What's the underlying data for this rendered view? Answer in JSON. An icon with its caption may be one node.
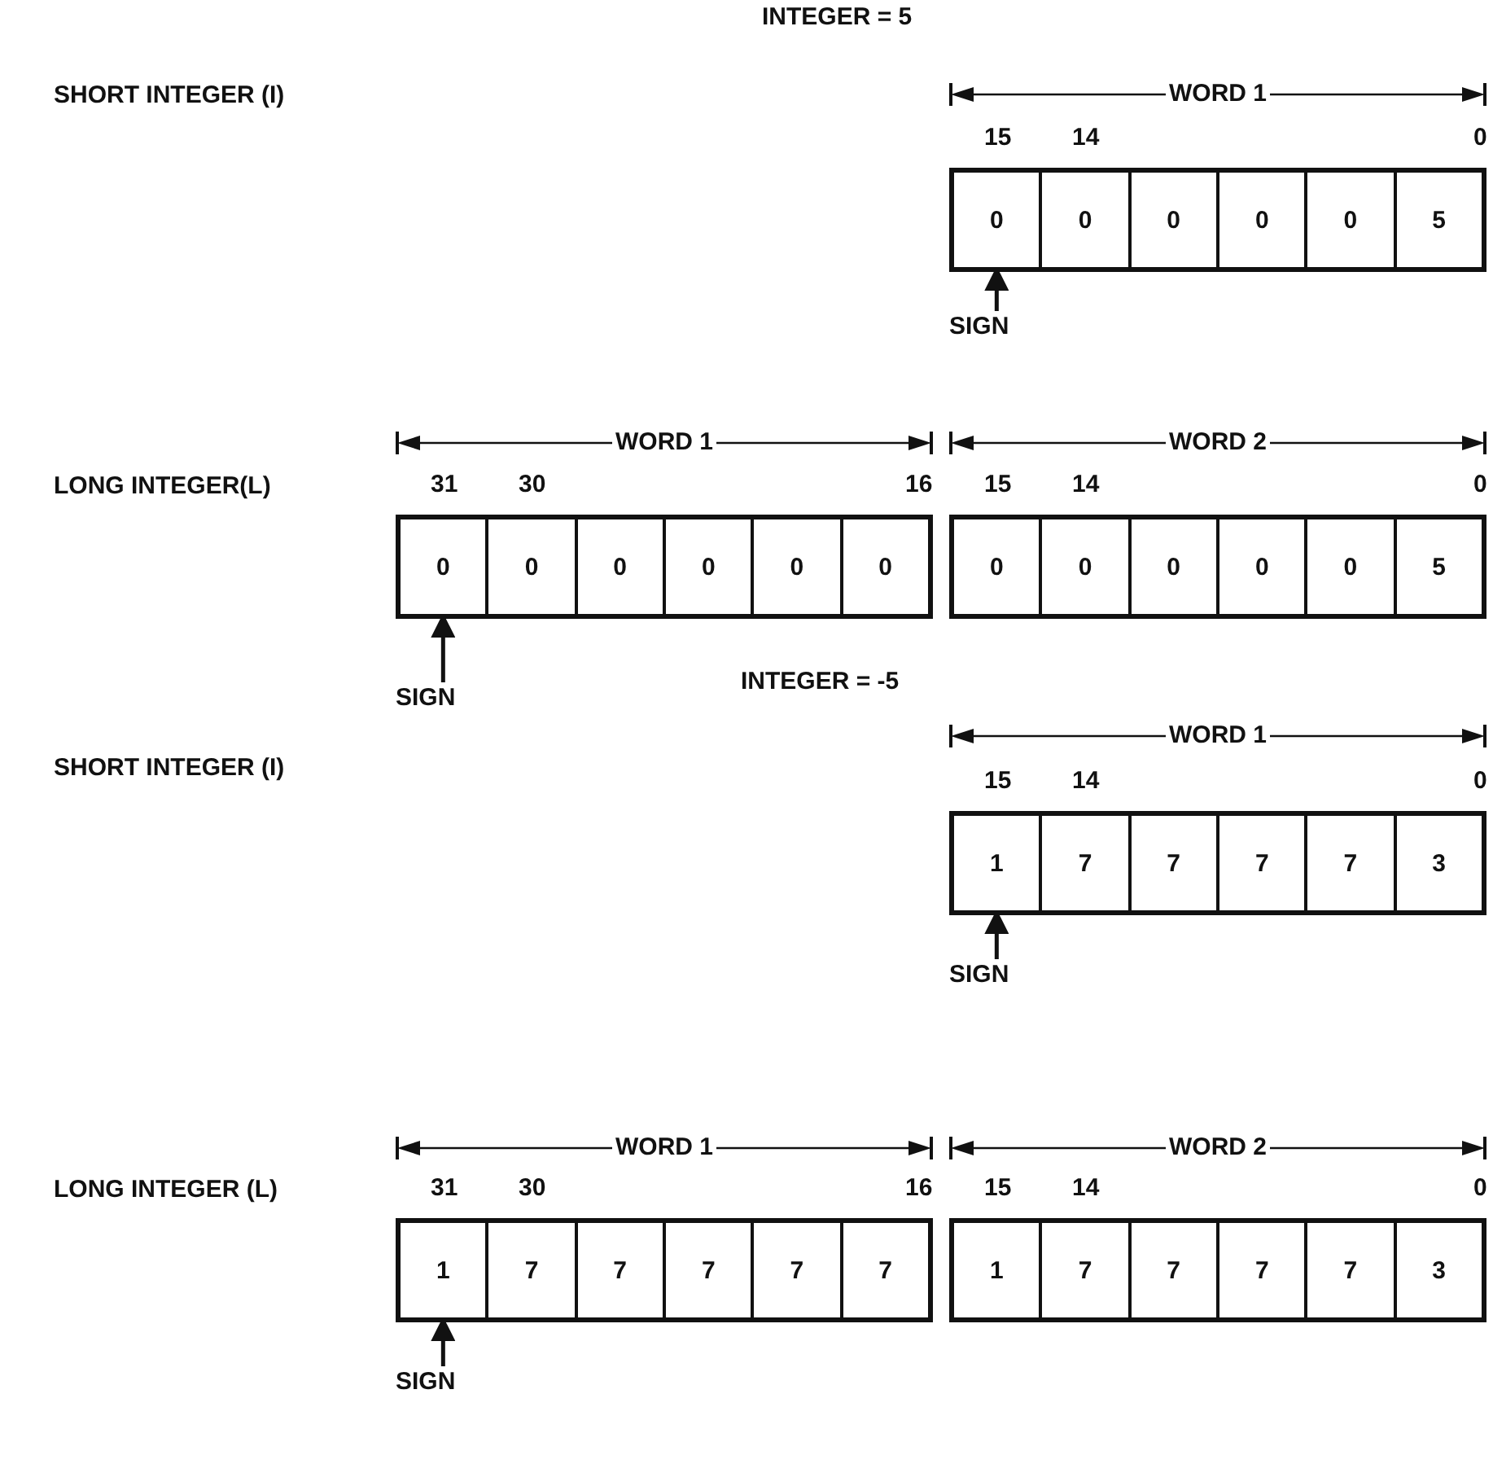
{
  "diagram": {
    "nodes": [
      {
        "text": [],
        "shape": "box",
        "beside": [
          "WORD 1",
          "15",
          "14",
          "0"
        ]
      },
      {
        "text": [
          "0"
        ],
        "in": 0
      },
      {
        "text": [
          "0"
        ],
        "in": 0
      },
      {
        "text": [
          "0"
        ],
        "in": 0
      },
      {
        "text": [
          "0"
        ],
        "in": 0
      },
      {
        "text": [
          "0"
        ],
        "in": 0
      },
      {
        "text": [
          "5"
        ],
        "in": 0
      },
      {
        "text": [
          "SIGN"
        ]
      },
      {
        "text": [],
        "shape": "box",
        "beside": [
          "WORD 1",
          "31",
          "30",
          "16"
        ]
      },
      {
        "text": [
          "0"
        ],
        "in": 8
      },
      {
        "text": [
          "0"
        ],
        "in": 8
      },
      {
        "text": [
          "0"
        ],
        "in": 8
      },
      {
        "text": [
          "0"
        ],
        "in": 8
      },
      {
        "text": [
          "0"
        ],
        "in": 8
      },
      {
        "text": [
          "0"
        ],
        "in": 8
      },
      {
        "text": [],
        "shape": "box",
        "beside": [
          "WORD 2",
          "15",
          "14",
          "0"
        ]
      },
      {
        "text": [
          "0"
        ],
        "in": 15
      },
      {
        "text": [
          "0"
        ],
        "in": 15
      },
      {
        "text": [
          "0"
        ],
        "in": 15
      },
      {
        "text": [
          "0"
        ],
        "in": 15
      },
      {
        "text": [
          "0"
        ],
        "in": 15
      },
      {
        "text": [
          "5"
        ],
        "in": 15
      },
      {
        "text": [
          "SIGN"
        ]
      },
      {
        "text": [],
        "shape": "box",
        "beside": [
          "WORD 1",
          "15",
          "14",
          "0"
        ]
      },
      {
        "text": [
          "1"
        ],
        "in": 23
      },
      {
        "text": [
          "7"
        ],
        "in": 23
      },
      {
        "text": [
          "7"
        ],
        "in": 23
      },
      {
        "text": [
          "7"
        ],
        "in": 23
      },
      {
        "text": [
          "7"
        ],
        "in": 23
      },
      {
        "text": [
          "3"
        ],
        "in": 23
      },
      {
        "text": [
          "SIGN"
        ]
      },
      {
        "text": [],
        "shape": "box",
        "beside": [
          "WORD 1",
          "31",
          "30",
          "16"
        ]
      },
      {
        "text": [
          "1"
        ],
        "in": 31
      },
      {
        "text": [
          "7"
        ],
        "in": 31
      },
      {
        "text": [
          "7"
        ],
        "in": 31
      },
      {
        "text": [
          "7"
        ],
        "in": 31
      },
      {
        "text": [
          "7"
        ],
        "in": 31
      },
      {
        "text": [
          "7"
        ],
        "in": 31
      },
      {
        "text": [],
        "shape": "box",
        "beside": [
          "WORD 2",
          "15",
          "14",
          "0"
        ]
      },
      {
        "text": [
          "1"
        ],
        "in": 38
      },
      {
        "text": [
          "7"
        ],
        "in": 38
      },
      {
        "text": [
          "7"
        ],
        "in": 38
      },
      {
        "text": [
          "7"
        ],
        "in": 38
      },
      {
        "text": [
          "7"
        ],
        "in": 38
      },
      {
        "text": [
          "3"
        ],
        "in": 38
      },
      {
        "text": [
          "SIGN"
        ]
      }
    ],
    "edges": [
      {
        "from": 7,
        "to": 1,
        "arrow": "to"
      },
      {
        "from": 22,
        "to": 9,
        "arrow": "to"
      },
      {
        "from": 30,
        "to": 24,
        "arrow": "to"
      },
      {
        "from": 45,
        "to": 32,
        "arrow": "to"
      }
    ],
    "labels": [
      "INTEGER = 5",
      "SHORT INTEGER (I)",
      "LONG INTEGER(L)",
      "INTEGER = -5",
      "SHORT INTEGER (I)",
      "LONG INTEGER (L)"
    ]
  }
}
